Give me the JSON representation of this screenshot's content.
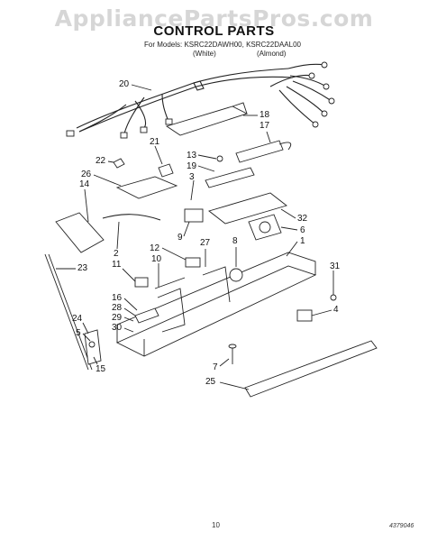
{
  "watermark": "AppliancePartsPros.com",
  "title": "CONTROL PARTS",
  "models_line": "For Models: KSRC22DAWH00, KSRC22DAAL00",
  "variant_white": "(White)",
  "variant_almond": "(Almond)",
  "page_number": "10",
  "ref_code": "4379046",
  "callouts": [
    "20",
    "18",
    "17",
    "21",
    "13",
    "19",
    "3",
    "22",
    "26",
    "14",
    "32",
    "6",
    "1",
    "9",
    "8",
    "12",
    "27",
    "10",
    "2",
    "11",
    "23",
    "31",
    "16",
    "28",
    "4",
    "29",
    "24",
    "30",
    "5",
    "15",
    "7",
    "25"
  ]
}
